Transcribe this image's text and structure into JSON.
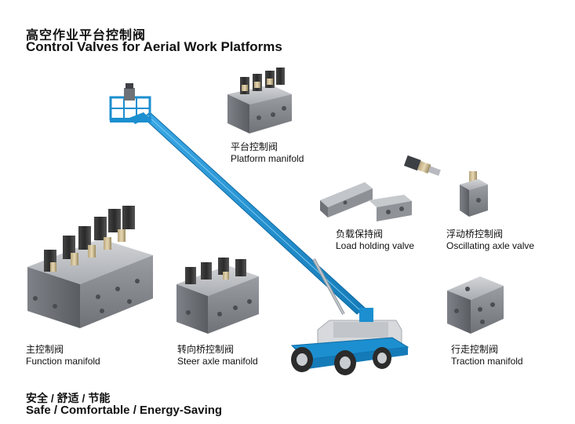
{
  "header": {
    "title_zh": "高空作业平台控制阀",
    "title_en": "Control Valves for Aerial Work Platforms"
  },
  "products": {
    "platform": {
      "zh": "平台控制阀",
      "en": "Platform manifold"
    },
    "load_holding": {
      "zh": "负载保持阀",
      "en": "Load holding valve"
    },
    "oscillating": {
      "zh": "浮动桥控制阀",
      "en": "Oscillating axle valve"
    },
    "function": {
      "zh": "主控制阀",
      "en": "Function manifold"
    },
    "steer": {
      "zh": "转向桥控制阀",
      "en": "Steer axle manifold"
    },
    "traction": {
      "zh": "行走控制阀",
      "en": "Traction manifold"
    }
  },
  "footer": {
    "tagline_zh": "安全 / 舒适 / 节能",
    "tagline_en": "Safe / Comfortable / Energy-Saving"
  },
  "colors": {
    "boom_blue": "#1c8fd0",
    "steel": "#8e9196",
    "steel_dark": "#5d6066",
    "steel_light": "#c4c6ca",
    "chassis_grey": "#d7d9dc"
  }
}
